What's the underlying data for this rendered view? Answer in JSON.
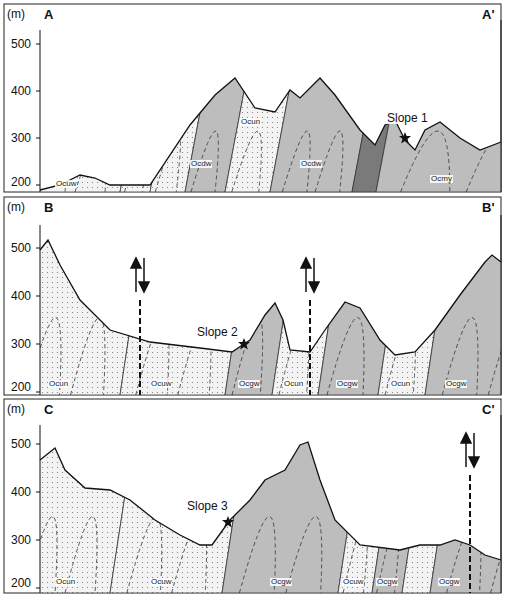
{
  "diagram": {
    "labels": [
      "(m)",
      "A",
      "A'",
      "500",
      "400",
      "300",
      "200",
      "Slope 1",
      "Ocuw",
      "Ocun",
      "Ocdw",
      "Ocdw",
      "Ocmy",
      "(m)",
      "B",
      "B'",
      "500",
      "400",
      "300",
      "200",
      "Slope 2",
      "Ocun",
      "Ocuw",
      "Ocgw",
      "Ocun",
      "Ocgw",
      "Ocun",
      "Ocgw",
      "(m)",
      "C",
      "C'",
      "500",
      "400",
      "300",
      "200",
      "Slope 3",
      "Ocun",
      "Ocuw",
      "Ocgw",
      "Ocuw",
      "Ocgw",
      "Ocgw"
    ]
  }
}
